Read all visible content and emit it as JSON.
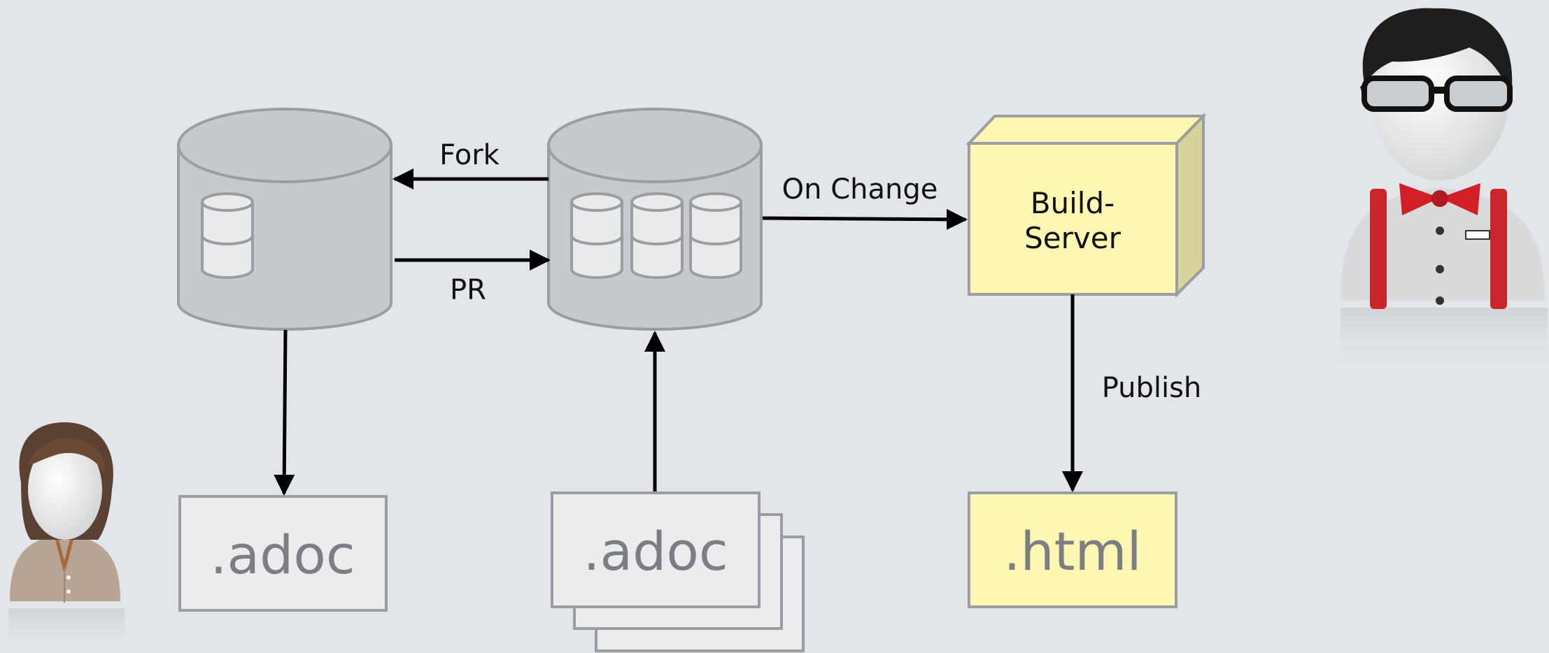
{
  "edges": {
    "fork": "Fork",
    "pr": "PR",
    "on_change": "On Change",
    "publish": "Publish"
  },
  "build_server": {
    "line1": "Build-",
    "line2": "Server"
  },
  "documents": {
    "author_doc": ".adoc",
    "repo_docs": ".adoc",
    "output": ".html"
  },
  "colors": {
    "background": "#e2e6ea",
    "repository_fill": "#c6cacf",
    "repository_stroke": "#9a9da1",
    "build_server_fill": "#fdf7b3",
    "build_server_side": "#d7d29a",
    "document_fill": "#ebeced",
    "html_fill": "#fdf7b3"
  },
  "icons": {
    "author": "woman-avatar-icon",
    "maintainer": "nerd-avatar-icon"
  }
}
